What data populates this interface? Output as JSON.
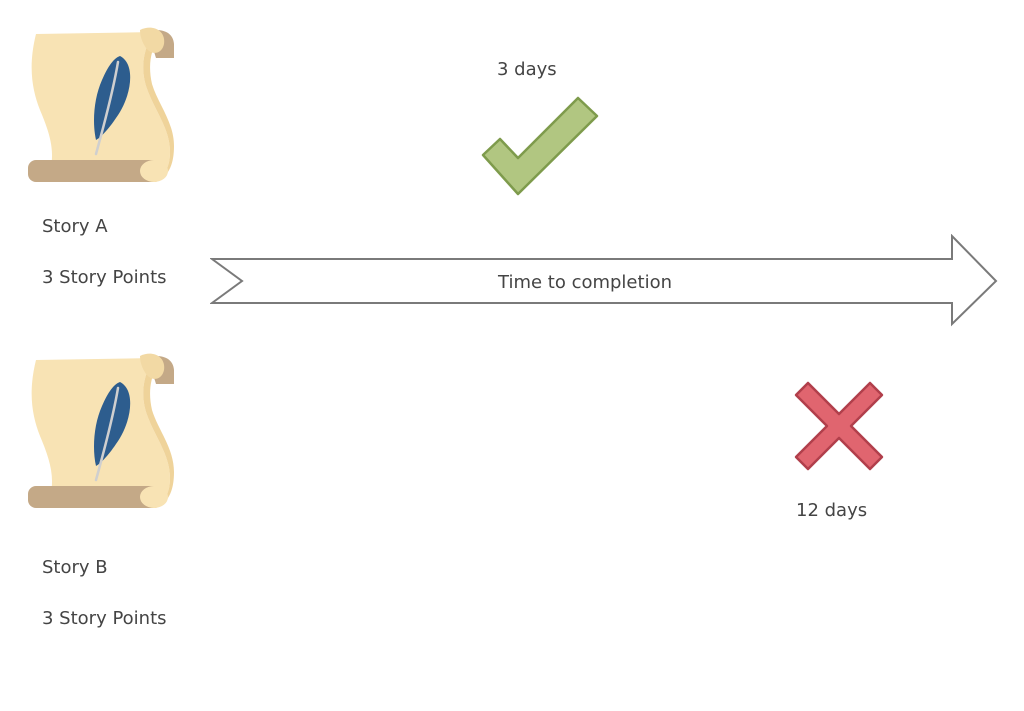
{
  "stories": [
    {
      "name": "Story A",
      "points": "3 Story Points"
    },
    {
      "name": "Story B",
      "points": "3 Story Points"
    }
  ],
  "timeline": {
    "label": "Time to completion"
  },
  "outcomes": [
    {
      "duration": "3 days",
      "status": "success",
      "icon": "checkmark-icon",
      "color": "#b1c681"
    },
    {
      "duration": "12 days",
      "status": "failure",
      "icon": "cross-icon",
      "color": "#e0656f"
    }
  ],
  "colors": {
    "scroll_paper": "#f8e3b4",
    "scroll_shadow": "#efd39a",
    "scroll_roll": "#c4a987",
    "quill": "#2d5d8e",
    "arrow_stroke": "#7a7a7a"
  }
}
